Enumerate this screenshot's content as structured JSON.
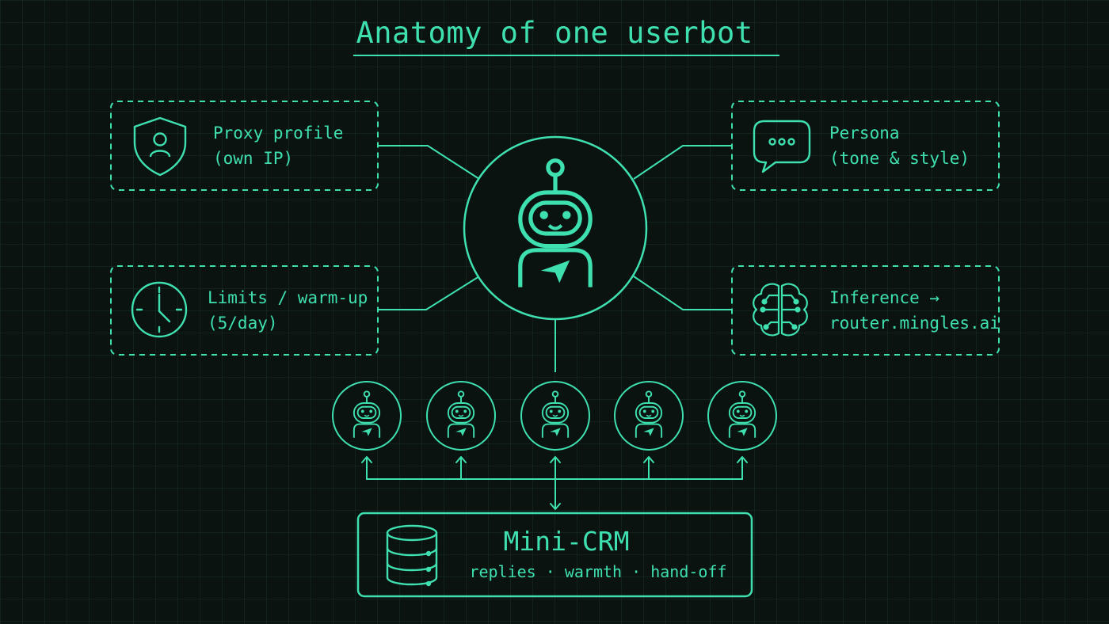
{
  "title": "Anatomy of one userbot",
  "components": {
    "proxy": {
      "line1": "Proxy profile",
      "line2": "(own IP)",
      "icon": "shield-user-icon"
    },
    "persona": {
      "line1": "Persona",
      "line2": "(tone & style)",
      "icon": "speech-bubble-icon"
    },
    "limits": {
      "line1": "Limits / warm-up",
      "line2": "(5/day)",
      "icon": "clock-icon"
    },
    "inference": {
      "line1": "Inference →",
      "line2": "router.mingles.ai",
      "icon": "brain-icon"
    }
  },
  "center_bot": {
    "icon": "robot-telegram-icon"
  },
  "bot_pool": {
    "count": 5,
    "icon": "robot-telegram-icon"
  },
  "crm": {
    "title": "Mini-CRM",
    "subtitle": "replies · warmth · hand-off",
    "icon": "database-icon"
  },
  "colors": {
    "accent": "#3fe0b0",
    "background": "#0b1311",
    "grid": "#1a2a26"
  }
}
